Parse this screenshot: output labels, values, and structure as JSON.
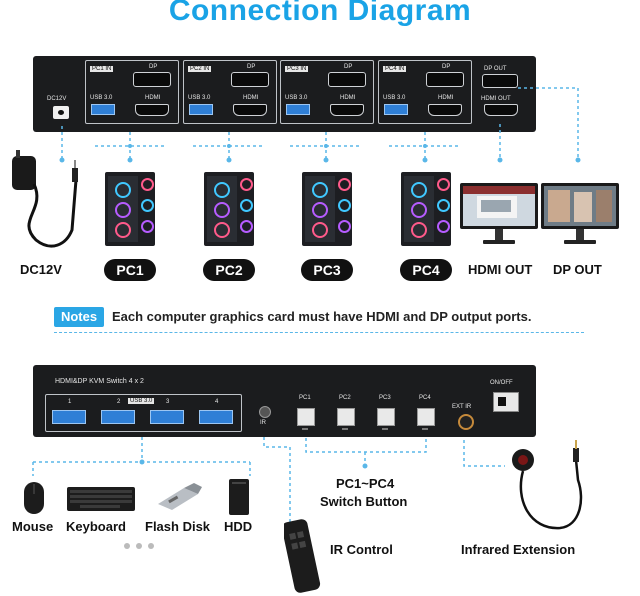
{
  "title": "Connection Diagram",
  "top_switch": {
    "ports": [
      {
        "label": "PC1 IN",
        "dp": "DP",
        "usb": "USB 3.0",
        "hdmi": "HDMI"
      },
      {
        "label": "PC2 IN",
        "dp": "DP",
        "usb": "USB 3.0",
        "hdmi": "HDMI"
      },
      {
        "label": "PC3 IN",
        "dp": "DP",
        "usb": "USB 3.0",
        "hdmi": "HDMI"
      },
      {
        "label": "PC4 IN",
        "dp": "DP",
        "usb": "USB 3.0",
        "hdmi": "HDMI"
      }
    ],
    "dp_out": "DP OUT",
    "hdmi_out": "HDMI OUT",
    "dc_label": "DC12V"
  },
  "devices": {
    "power": "DC12V",
    "pcs": [
      "PC1",
      "PC2",
      "PC3",
      "PC4"
    ],
    "hdmi_out": "HDMI OUT",
    "dp_out": "DP OUT"
  },
  "notes": {
    "badge": "Notes",
    "text": "Each computer graphics card must have HDMI and DP output ports."
  },
  "front_panel": {
    "model": "HDMI&DP KVM Switch 4 x 2",
    "usb_numbers": [
      "1",
      "2",
      "3",
      "4"
    ],
    "usb_label": "USB 3.0",
    "ir": "IR",
    "pc_buttons": [
      "PC1",
      "PC2",
      "PC3",
      "PC4"
    ],
    "ext_ir": "EXT IR",
    "power_label": "ON/OFF"
  },
  "peripherals": [
    "Mouse",
    "Keyboard",
    "Flash Disk",
    "HDD"
  ],
  "switch_button_label": [
    "PC1~PC4",
    "Switch Button"
  ],
  "ir_control": "IR Control",
  "infrared_extension": "Infrared Extension",
  "colors": {
    "accent": "#1aa3e6",
    "dash": "#5ab7e8",
    "panel": "#1b1c1e"
  }
}
